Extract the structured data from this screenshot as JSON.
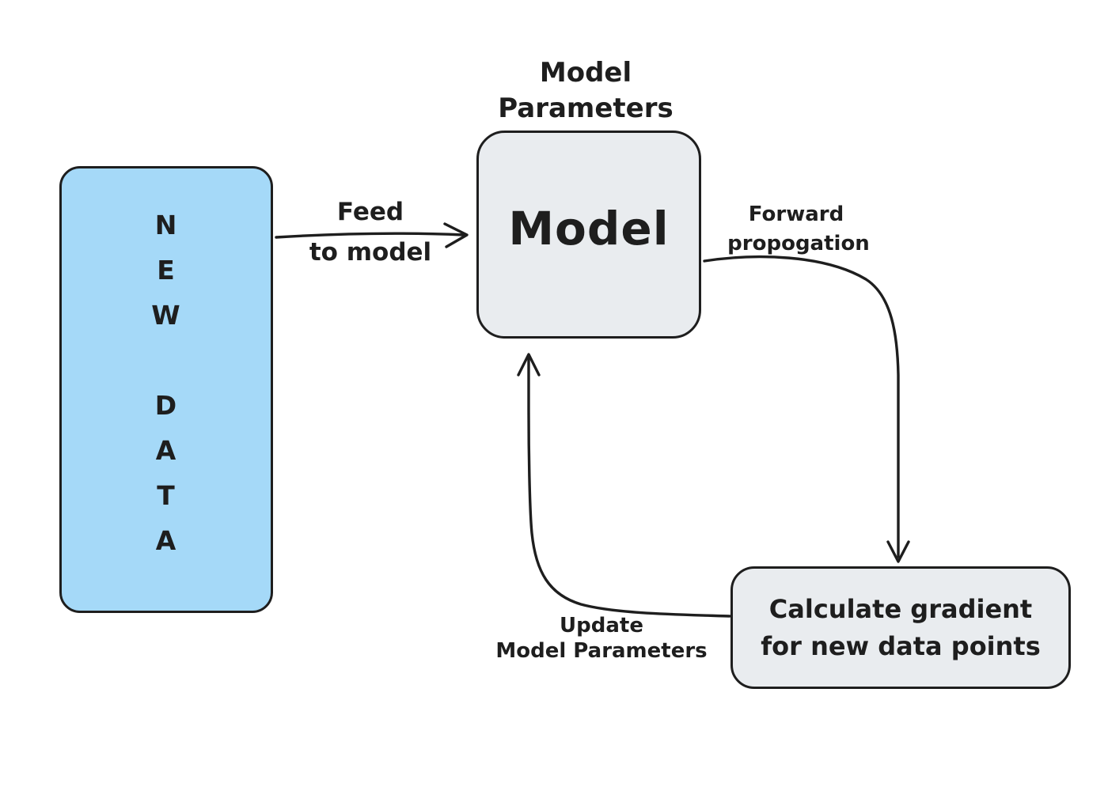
{
  "colors": {
    "background": "#ffffff",
    "stroke": "#1e1e1e",
    "new_data_fill": "#a5d9f8",
    "box_fill": "#e9ecef"
  },
  "new_data_box": {
    "letters": [
      "N",
      "E",
      "W",
      "D",
      "A",
      "T",
      "A"
    ]
  },
  "model_box": {
    "caption_line1": "Model",
    "caption_line2": "Parameters",
    "label": "Model"
  },
  "gradient_box": {
    "line1": "Calculate gradient",
    "line2": "for new data points"
  },
  "edges": {
    "feed": {
      "line1": "Feed",
      "line2": "to model"
    },
    "forward": {
      "line1": "Forward",
      "line2": "propogation"
    },
    "update": {
      "line1": "Update",
      "line2": "Model Parameters"
    }
  }
}
